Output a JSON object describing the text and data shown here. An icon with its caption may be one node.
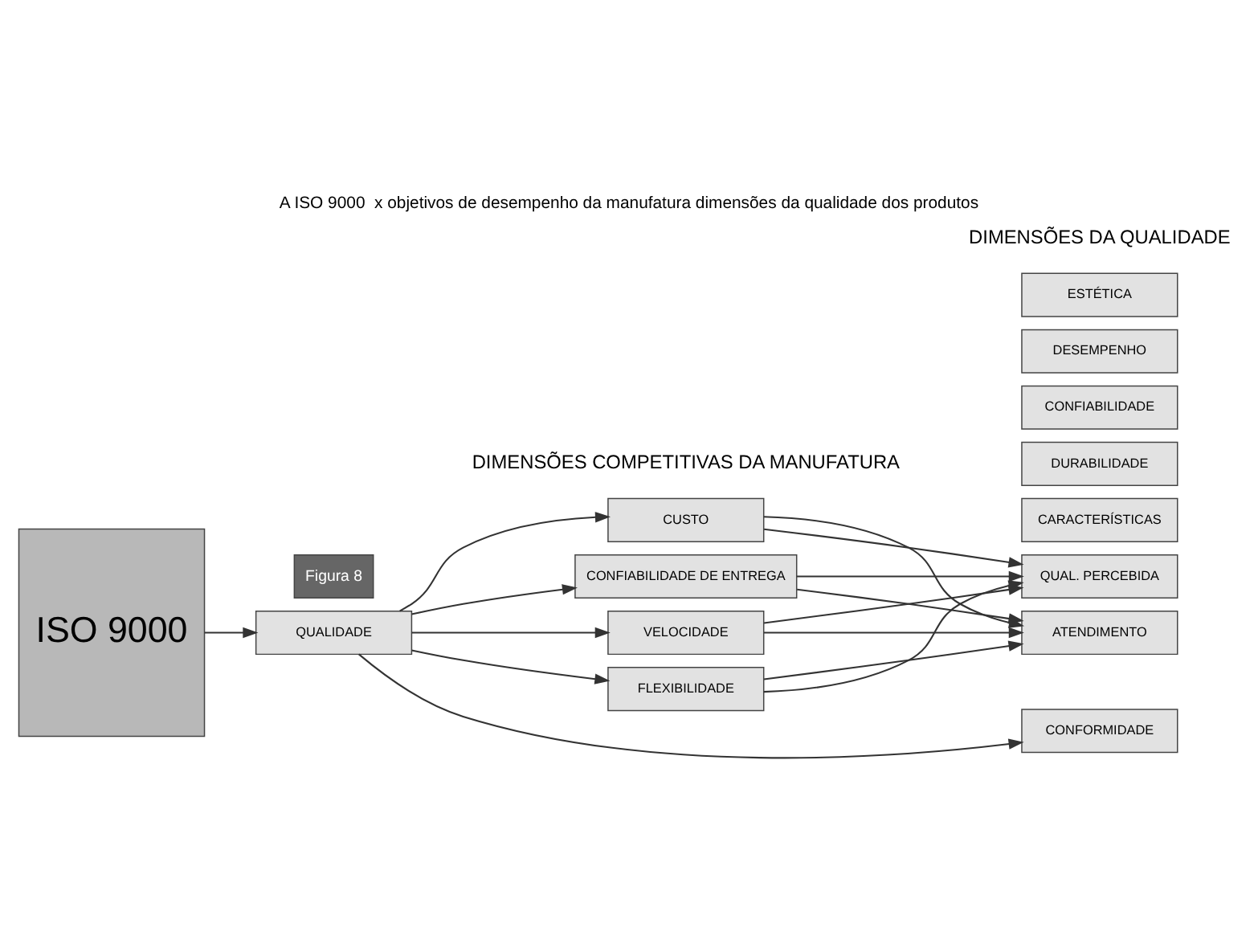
{
  "diagram": {
    "title": "A ISO 9000  x objetivos de desempenho da manufatura dimensões da qualidade dos produtos",
    "nodes": [
      {
        "text": [
          "ISO 9000"
        ]
      },
      {
        "text": [
          "QUALIDADE"
        ]
      },
      {
        "text": [
          "CONFIABILIDADE DE ENTREGA"
        ]
      },
      {
        "text": [
          "VELOCIDADE"
        ]
      },
      {
        "text": [
          "FLEXIBILIDADE"
        ]
      },
      {
        "text": [
          "CUSTO"
        ]
      },
      {
        "text": [
          "CONFORMIDADE"
        ]
      },
      {
        "text": [
          "CARACTERÍSTICAS"
        ]
      },
      {
        "text": [
          "DURABILIDADE"
        ]
      },
      {
        "text": [
          "CONFIABILIDADE"
        ]
      },
      {
        "text": [
          "DESEMPENHO"
        ]
      },
      {
        "text": [
          "ESTÉTICA"
        ]
      },
      {
        "text": [
          "ATENDIMENTO"
        ]
      },
      {
        "text": [
          "QUAL. PERCEBIDA"
        ]
      }
    ],
    "edges": [
      {
        "from": 0,
        "to": 1,
        "arrow": "to"
      },
      {
        "from": 1,
        "to": 6,
        "arrow": "to"
      },
      {
        "from": 1,
        "to": 2,
        "arrow": "to"
      },
      {
        "from": 1,
        "to": 3,
        "arrow": "to"
      },
      {
        "from": 1,
        "to": 4,
        "arrow": "to"
      },
      {
        "from": 1,
        "to": 5,
        "arrow": "to"
      },
      {
        "from": 2,
        "to": 12,
        "arrow": "to"
      },
      {
        "from": 2,
        "to": 13,
        "arrow": "to"
      },
      {
        "from": 3,
        "to": 12,
        "arrow": "to"
      },
      {
        "from": 3,
        "to": 13,
        "arrow": "to"
      },
      {
        "from": 4,
        "to": 12,
        "arrow": "to"
      },
      {
        "from": 4,
        "to": 13,
        "arrow": "to"
      },
      {
        "from": 5,
        "to": 12,
        "arrow": "to"
      },
      {
        "from": 5,
        "to": 13,
        "arrow": "to"
      }
    ],
    "labels": [
      "Figura 8",
      "DIMENSÕES COMPETITIVAS DA MANUFATURA",
      "DIMENSÕES DA QUALIDADE"
    ]
  }
}
